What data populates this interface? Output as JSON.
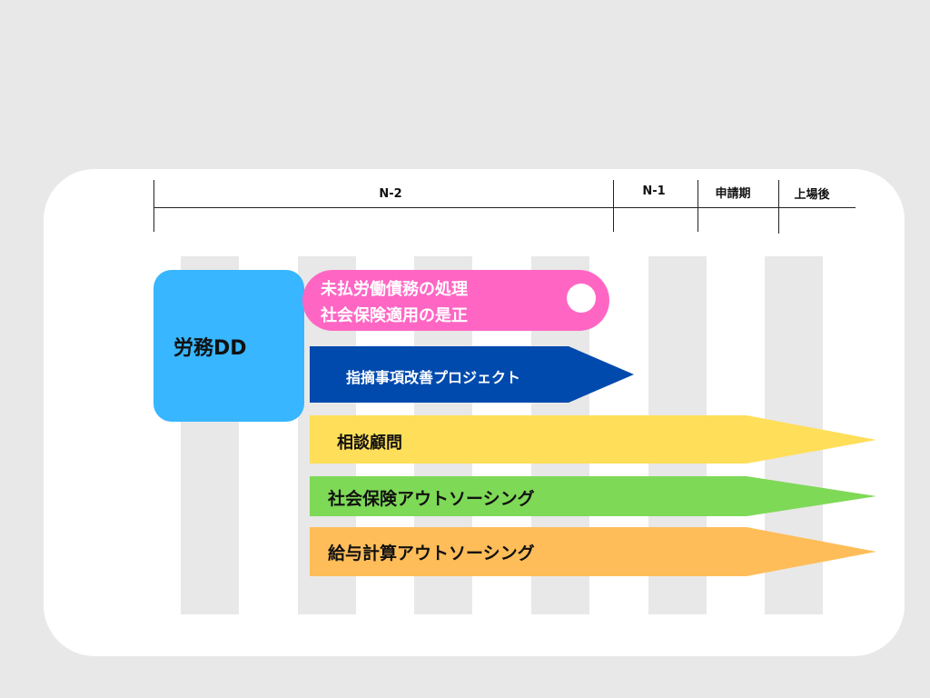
{
  "timeline": {
    "phases": [
      "N-2",
      "N-1",
      "申請期",
      "上場後"
    ]
  },
  "main_box": {
    "label": "労務DD"
  },
  "pill": {
    "line1": "未払労働債務の処理",
    "line2": "社会保険適用の是正"
  },
  "arrows": [
    {
      "label": "指摘事項改善プロジェクト",
      "color": "#004aad",
      "text_color": "#ffffff"
    },
    {
      "label": "相談顧問",
      "color": "#ffde59",
      "text_color": "#111111"
    },
    {
      "label": "社会保険アウトソーシング",
      "color": "#7ed957",
      "text_color": "#111111"
    },
    {
      "label": "給与計算アウトソーシング",
      "color": "#ffbd59",
      "text_color": "#111111"
    }
  ],
  "colors": {
    "main_box": "#38b6ff",
    "pill": "#ff66c4",
    "background": "#e8e8e8"
  }
}
